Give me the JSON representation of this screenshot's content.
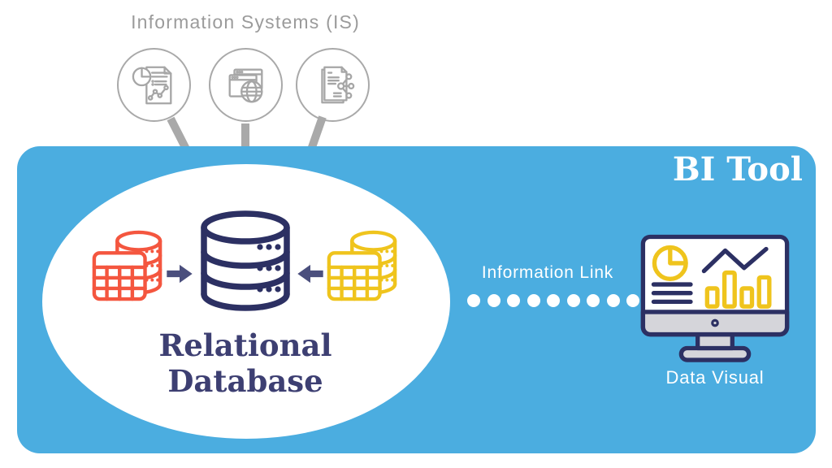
{
  "diagram": {
    "information_systems": {
      "title": "Information Systems (IS)",
      "sources": [
        {
          "icon": "report-chart-document-icon"
        },
        {
          "icon": "web-browser-globe-icon"
        },
        {
          "icon": "shared-documents-icon"
        }
      ]
    },
    "bi_tool": {
      "label": "BI Tool",
      "relational_database": {
        "line1": "Relational",
        "line2": "Database"
      },
      "link": {
        "label": "Information Link",
        "dot_count": 9
      },
      "data_visual": {
        "label": "Data Visual"
      }
    },
    "colors": {
      "panel_blue": "#4bade0",
      "navy": "#2c3063",
      "headline_navy": "#3d3f72",
      "source_red": "#f4563f",
      "source_yellow": "#efc41d",
      "arrow_slate": "#4b4f7d",
      "muted_gray": "#a6a6a6"
    }
  }
}
